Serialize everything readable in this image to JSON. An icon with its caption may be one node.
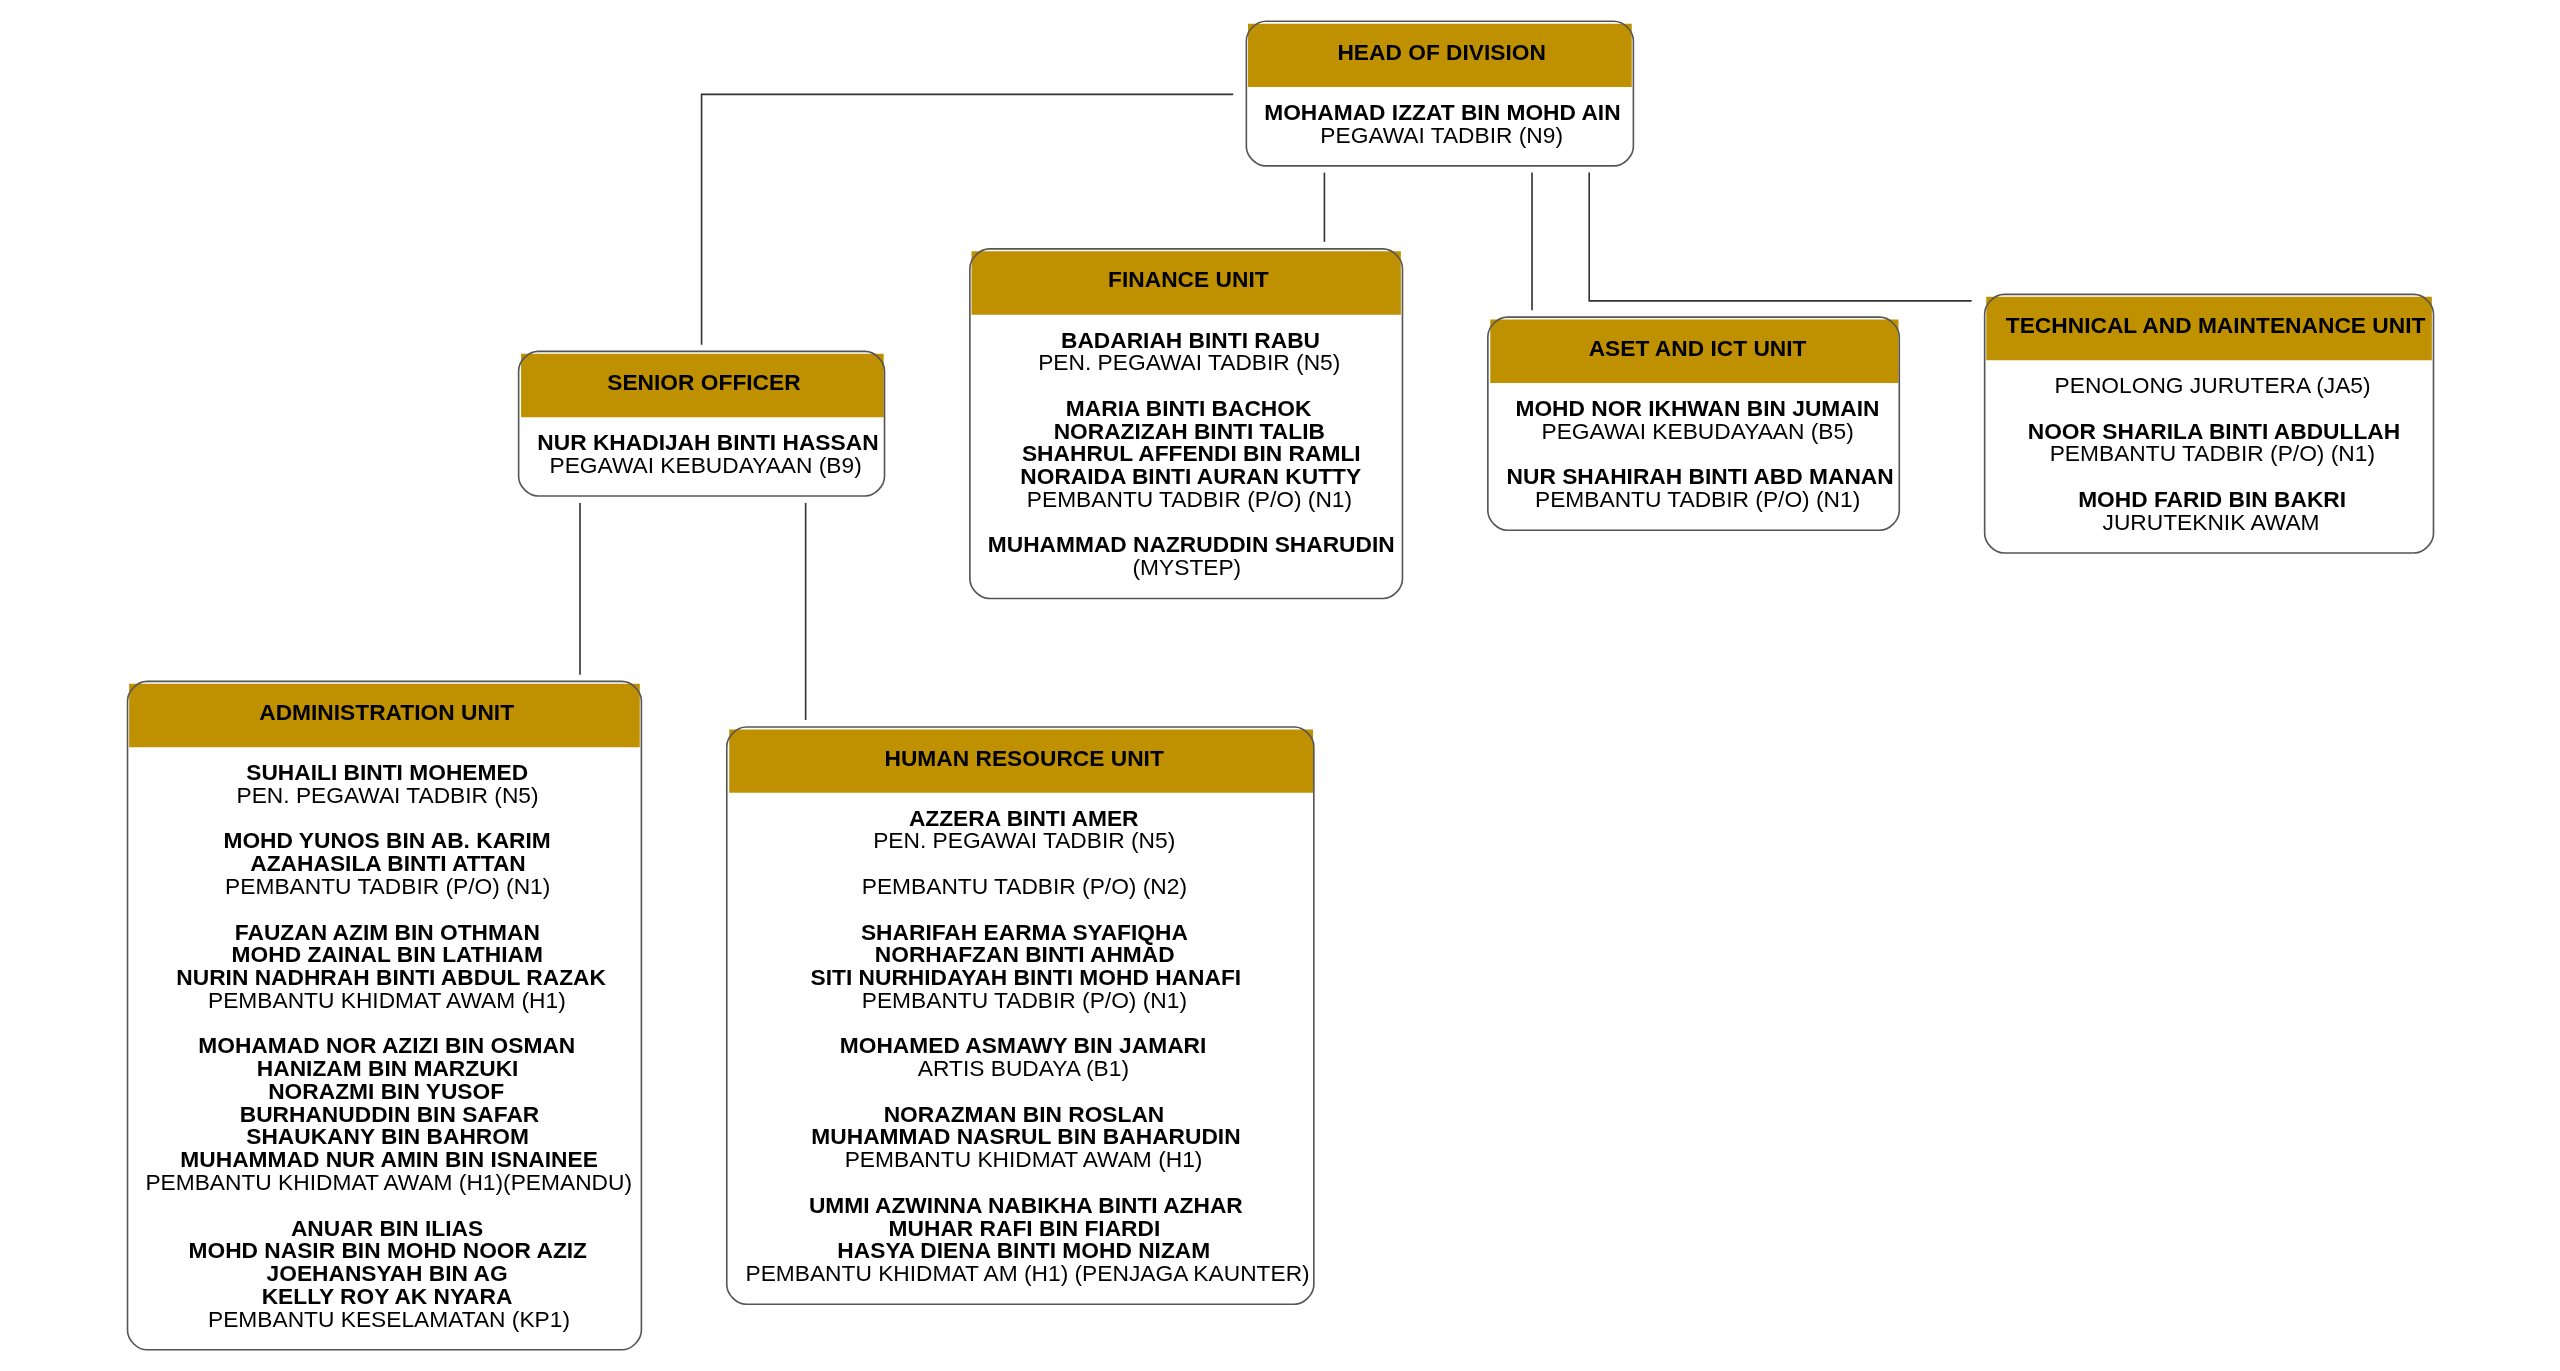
{
  "diagram": {
    "nodes": [
      {
        "text": [
          "HEAD OF DIVISION",
          "**MOHAMAD IZZAT BIN MOHD AIN** PEGAWAI TADBIR (N9)"
        ]
      },
      {
        "text": [
          "SENIOR OFFICER",
          "**NUR KHADIJAH BINTI HASSAN** PEGAWAI KEBUDAYAAN (B9)"
        ]
      },
      {
        "text": [
          "ADMINISTRATION UNIT",
          "**SUHAILI BINTI MOHEMED** PEN. PEGAWAI TADBIR (N5)",
          "**MOHD YUNOS BIN AB. KARIM** **AZAHASILA BINTI ATTAN** PEMBANTU TADBIR (P/O) (N1)",
          "**FAUZAN AZIM BIN OTHMAN** **MOHD ZAINAL BIN LATHIAM** **NURIN NADHRAH BINTI ABDUL RAZAK** PEMBANTU KHIDMAT AWAM (H1)",
          "**MOHAMAD NOR AZIZI BIN OSMAN** **HANIZAM BIN MARZUKI** **NORAZMI BIN YUSOF** **BURHANUDDIN BIN SAFAR** **SHAUKANY BIN BAHROM** **MUHAMMAD NUR AMIN BIN ISNAINEE** PEMBANTU KHIDMAT AWAM (H1)(PEMANDU)",
          "**ANUAR BIN ILIAS** **MOHD NASIR BIN MOHD NOOR AZIZ** **JOEHANSYAH BIN AG** **KELLY ROY AK NYARA** PEMBANTU KESELAMATAN (KP1)"
        ]
      },
      {
        "text": [
          "HUMAN RESOURCE UNIT",
          "**AZZERA BINTI AMER** PEN. PEGAWAI TADBIR (N5)",
          "PEMBANTU TADBIR (P/O) (N2)",
          "**SHARIFAH EARMA SYAFIQHA** **NORHAFZAN BINTI AHMAD** **SITI NURHIDAYAH BINTI MOHD HANAFI** PEMBANTU TADBIR (P/O) (N1)",
          "**MOHAMED ASMAWY BIN JAMARI** ARTIS BUDAYA (B1)",
          "**NORAZMAN BIN ROSLAN** **MUHAMMAD NASRUL BIN BAHARUDIN** PEMBANTU KHIDMAT AWAM (H1)",
          "**UMMI AZWINNA NABIKHA BINTI AZHAR** **MUHAR RAFI BIN FIARDI** **HASYA DIENA BINTI MOHD NIZAM** PEMBANTU KHIDMAT AM (H1) (PENJAGA KAUNTER)"
        ]
      },
      {
        "text": [
          "FINANCE UNIT",
          "**BADARIAH BINTI RABU** PEN. PEGAWAI TADBIR (N5)",
          "**MARIA BINTI BACHOK** **NORAZIZAH BINTI TALIB** **SHAHRUL AFFENDI BIN RAMLI** **NORAIDA BINTI AURAN KUTTY** PEMBANTU TADBIR (P/O) (N1)",
          "**MUHAMMAD NAZRUDDIN SHARUDIN** (MYSTEP)"
        ]
      },
      {
        "text": [
          "ASET AND ICT UNIT",
          "**MOHD NOR IKHWAN BIN JUMAIN** PEGAWAI KEBUDAYAAN (B5)",
          "**NUR SHAHIRAH BINTI ABD MANAN** PEMBANTU TADBIR (P/O) (N1)"
        ]
      },
      {
        "text": [
          "TECHNICAL AND MAINTENANCE UNIT",
          "PENOLONG JURUTERA (JA5)",
          "**NOOR SHARILA BINTI ABDULLAH** PEMBANTU TADBIR (P/O) (N1)",
          "**MOHD FARID BIN BAKRI** JURUTEKNIK AWAM"
        ]
      }
    ],
    "edges": [
      {
        "from": 0,
        "to": 1,
        "arrow": "none"
      },
      {
        "from": 0,
        "to": 4,
        "arrow": "none"
      },
      {
        "from": 0,
        "to": 5,
        "arrow": "none"
      },
      {
        "from": 0,
        "to": 6,
        "arrow": "none"
      },
      {
        "from": 1,
        "to": 2,
        "arrow": "none"
      },
      {
        "from": 1,
        "to": 3,
        "arrow": "none"
      }
    ]
  }
}
